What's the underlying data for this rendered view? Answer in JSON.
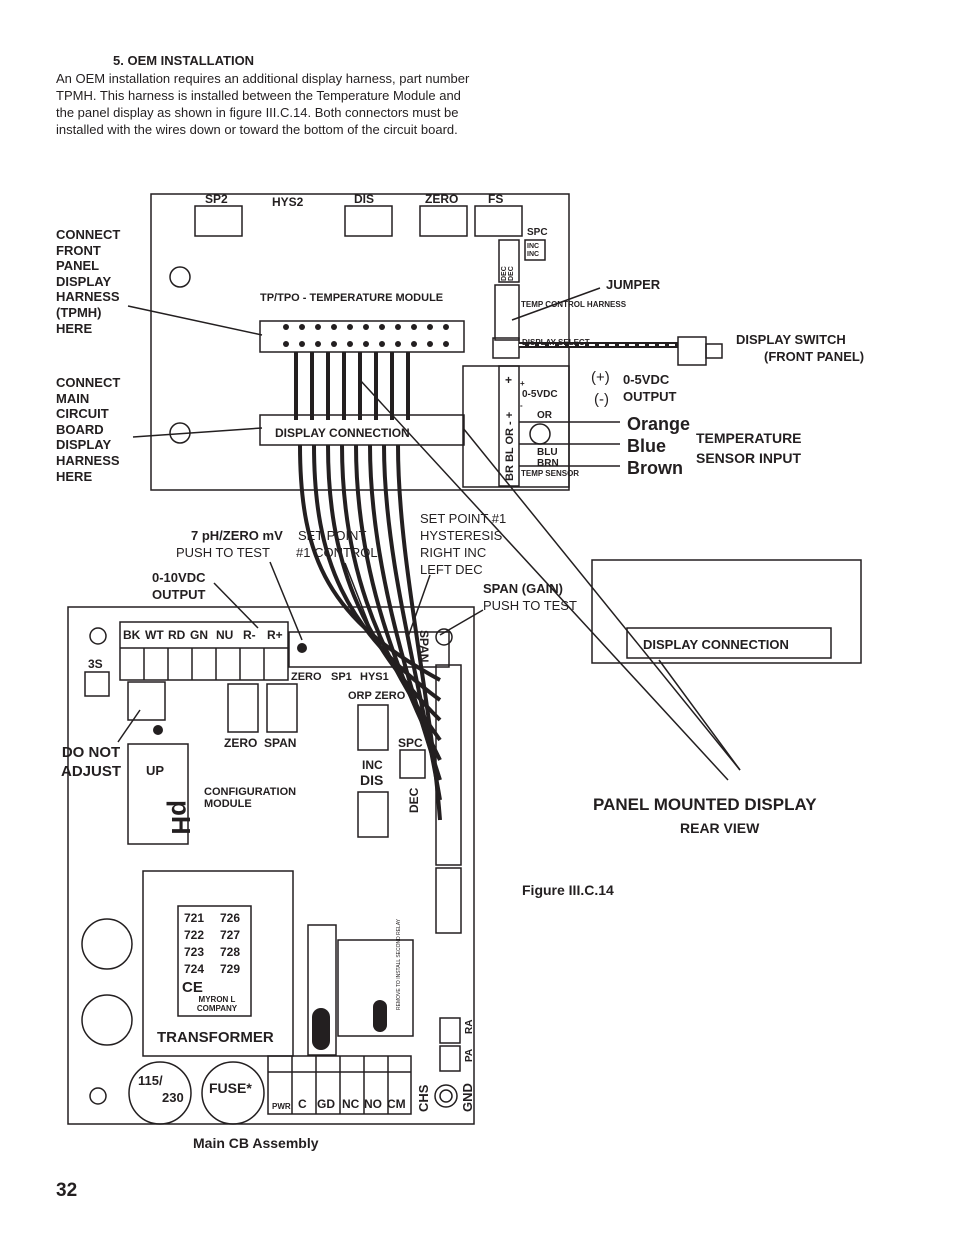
{
  "section": {
    "heading": "5.    OEM INSTALLATION",
    "paragraph": "An OEM installation requires an additional display harness, part number TPMH. This harness is installed between the Temperature Module and the panel display as shown in figure III.C.14. Both connectors must be installed with the wires down or toward the bottom of the circuit board."
  },
  "temp_module": {
    "title": "TP/TPO - TEMPERATURE MODULE",
    "pots": [
      "SP2",
      "HYS2",
      "DIS",
      "ZERO",
      "FS"
    ],
    "spc": "SPC",
    "inc": "INC",
    "dec": "DEC",
    "temp_control_harness": "TEMP CONTROL HARNESS",
    "display_select": "DISPLAY SELECT",
    "display_connection": "DISPLAY CONNECTION",
    "terminal_plus": "+",
    "terminal_minus": "-",
    "v05": "0-5VDC",
    "or": "OR",
    "blu": "BLU",
    "brn": "BRN",
    "temp_sensor": "TEMP SENSOR",
    "vertical": "BR  BL  OR  -  +"
  },
  "callouts": {
    "connect_front": "CONNECT FRONT PANEL DISPLAY HARNESS (TPMH) HERE",
    "connect_main": "CONNECT MAIN CIRCUIT BOARD DISPLAY HARNESS HERE",
    "jumper": "JUMPER",
    "display_switch": "DISPLAY SWITCH",
    "front_panel": "(FRONT PANEL)",
    "plus": "(+)",
    "minus": "(-)",
    "output_05": "0-5VDC",
    "output": "OUTPUT",
    "orange": "Orange",
    "blue": "Blue",
    "brown": "Brown",
    "temp_sensor_input_1": "TEMPERATURE",
    "temp_sensor_input_2": "SENSOR INPUT",
    "ph_zero": "7 pH/ZERO mV",
    "push_test": "PUSH TO TEST",
    "set_point_1": "SET POINT",
    "set_point_2": "#1 CONTROL",
    "sp1_a": "SET POINT #1",
    "sp1_b": "HYSTERESIS",
    "sp1_c": "RIGHT INC",
    "sp1_d": "LEFT DEC",
    "v010": "0-10VDC",
    "output2": "OUTPUT",
    "span_gain": "SPAN (GAIN)",
    "push_test2": "PUSH TO TEST",
    "do_not_adjust": "DO NOT ADJUST"
  },
  "main_board": {
    "terminals": [
      "BK",
      "WT",
      "RD",
      "GN",
      "NU",
      "R-",
      "R+"
    ],
    "s3": "3S",
    "zero": "ZERO",
    "span": "SPAN",
    "up": "UP",
    "ph": "pH",
    "config_module": "CONFIGURATION MODULE",
    "models": [
      "721",
      "726",
      "722",
      "727",
      "723",
      "728",
      "724",
      "729"
    ],
    "ce": "CE",
    "company": "MYRON L COMPANY",
    "transformer": "TRANSFORMER",
    "v115": "115/",
    "v230": "230",
    "fuse": "FUSE*",
    "pwr": "PWR",
    "relay": [
      "C",
      "GD",
      "NC",
      "NO",
      "CM"
    ],
    "chs": "CHS",
    "gnd": "GND",
    "ra": "RA",
    "pa": "PA",
    "zero_label": "ZERO",
    "sp1": "SP1",
    "hys1": "HYS1",
    "orp_zero": "ORP ZERO",
    "spc": "SPC",
    "inc": "INC",
    "dis": "DIS",
    "dec": "DEC",
    "span_v": "SPAN",
    "remove_install": "REMOVE TO INSTALL SECOND RELAY",
    "caption": "Main CB Assembly"
  },
  "panel_display": {
    "connection": "DISPLAY CONNECTION",
    "title": "PANEL MOUNTED DISPLAY",
    "subtitle": "REAR VIEW"
  },
  "figure_label": "Figure III.C.14",
  "page_number": "32"
}
